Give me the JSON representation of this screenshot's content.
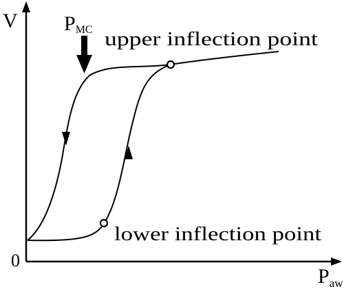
{
  "axes": {
    "y_label": "V",
    "x_label_main": "P",
    "x_label_sub": "aw",
    "origin_label": "0"
  },
  "annotations": {
    "pmc_main": "P",
    "pmc_sub": "MC",
    "upper_inflection": "upper inflection point",
    "lower_inflection": "lower inflection point"
  }
}
